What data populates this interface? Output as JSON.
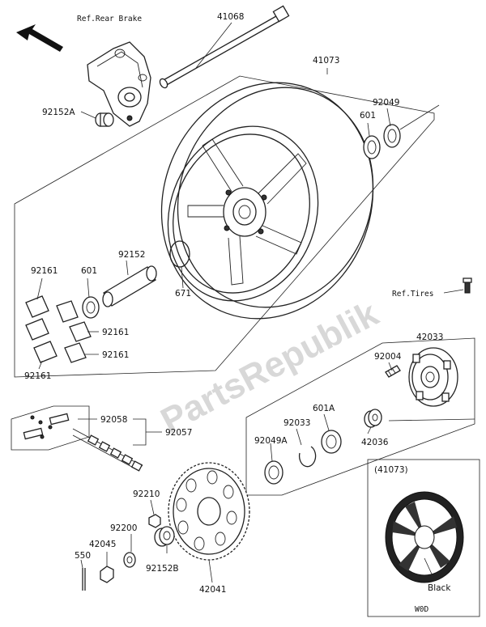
{
  "refs": {
    "rear_brake": "Ref.Rear Brake",
    "tires": "Ref.Tires"
  },
  "labels": {
    "p41068": "41068",
    "p41073": "41073",
    "p92152A": "92152A",
    "p92049": "92049",
    "p601_top": "601",
    "p92161_a": "92161",
    "p601_left": "601",
    "p92152": "92152",
    "p671": "671",
    "p92161_b": "92161",
    "p92161_c": "92161",
    "p92161_d": "92161",
    "p42033": "42033",
    "p92004": "92004",
    "p92033": "92033",
    "p601A": "601A",
    "p92049A": "92049A",
    "p42036": "42036",
    "p92058": "92058",
    "p92057": "92057",
    "p92210": "92210",
    "p92200": "92200",
    "p42045": "42045",
    "p550": "550",
    "p92152B": "92152B",
    "p42041": "42041"
  },
  "inset": {
    "title": "(41073)",
    "color_label": "Black",
    "code": "W0D"
  },
  "watermark": "PartsRepublik",
  "icons": {
    "direction": "front-direction-arrow-icon"
  }
}
